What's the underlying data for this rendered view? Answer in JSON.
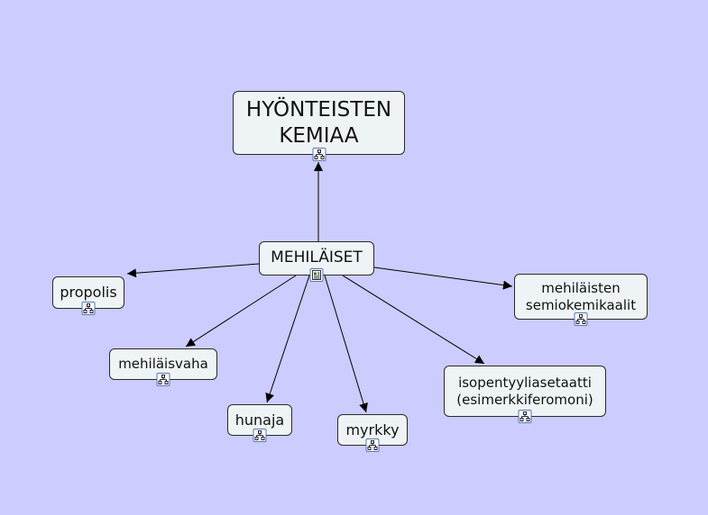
{
  "nodes": {
    "root": {
      "label": "HYÖNTEISTEN\nKEMIAA",
      "icon": "concept-map-icon"
    },
    "center": {
      "label": "MEHILÄISET",
      "icon": "document-icon"
    },
    "propolis": {
      "label": "propolis",
      "icon": "concept-map-icon"
    },
    "semio": {
      "label": "mehiläisten\nsemiokemikaalit",
      "icon": "concept-map-icon"
    },
    "vaha": {
      "label": "mehiläisvaha",
      "icon": "concept-map-icon"
    },
    "iso": {
      "label": "isopentyyliasetaatti\n(esimerkkiferomoni)",
      "icon": "concept-map-icon"
    },
    "hunaja": {
      "label": "hunaja",
      "icon": "concept-map-icon"
    },
    "myrkky": {
      "label": "myrkky",
      "icon": "concept-map-icon"
    }
  },
  "colors": {
    "background": "#ccccff",
    "node_fill": "#eef4f6",
    "node_border": "#2a2a2a",
    "connector": "#000000"
  }
}
